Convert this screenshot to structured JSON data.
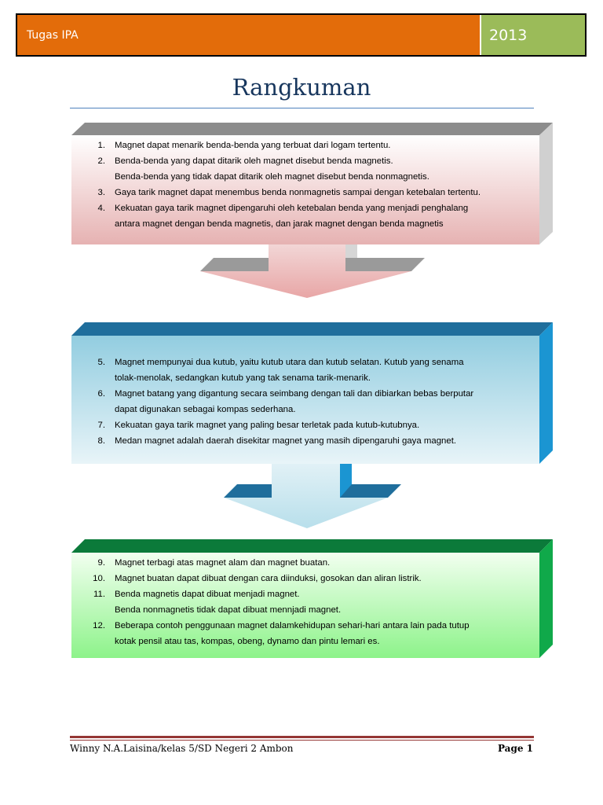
{
  "header": {
    "left_label": "Tugas IPA",
    "year": "2013"
  },
  "title": "Rangkuman",
  "box1": {
    "items": [
      {
        "num": "1.",
        "text": "Magnet dapat menarik benda-benda yang terbuat dari logam tertentu."
      },
      {
        "num": "2.",
        "text": "Benda-benda yang dapat ditarik oleh magnet disebut benda magnetis."
      },
      {
        "num": "",
        "text": "Benda-benda yang tidak dapat ditarik  oleh magnet disebut benda nonmagnetis."
      },
      {
        "num": "3.",
        "text": "Gaya tarik magnet dapat menembus benda nonmagnetis sampai dengan ketebalan tertentu."
      },
      {
        "num": "4.",
        "text": "Kekuatan gaya tarik magnet dipengaruhi oleh ketebalan benda yang menjadi penghalang"
      },
      {
        "num": "",
        "text": "antara magnet dengan benda magnetis, dan jarak magnet dengan benda magnetis"
      }
    ]
  },
  "box2": {
    "items": [
      {
        "num": "5.",
        "text": "Magnet mempunyai dua kutub, yaitu kutub utara  dan kutub selatan. Kutub yang senama"
      },
      {
        "num": "",
        "text": "tolak-menolak, sedangkan kutub yang tak senama tarik-menarik."
      },
      {
        "num": "6.",
        "text": "Magnet batang yang digantung secara seimbang dengan tali dan dibiarkan bebas berputar"
      },
      {
        "num": "",
        "text": "dapat digunakan sebagai kompas sederhana."
      },
      {
        "num": "7.",
        "text": "Kekuatan gaya tarik magnet yang paling besar terletak pada kutub-kutubnya."
      },
      {
        "num": "8.",
        "text": "Medan magnet adalah daerah disekitar magnet yang masih dipengaruhi gaya magnet."
      }
    ]
  },
  "box3": {
    "items": [
      {
        "num": "9.",
        "text": "Magnet terbagi atas magnet alam dan magnet buatan."
      },
      {
        "num": "10.",
        "text": "Magnet buatan dapat dibuat dengan cara diinduksi, gosokan dan aliran listrik."
      },
      {
        "num": "11.",
        "text": "Benda magnetis dapat dibuat menjadi magnet."
      },
      {
        "num": "",
        "text": "Benda nonmagnetis tidak dapat dibuat mennjadi magnet."
      },
      {
        "num": "12.",
        "text": "Beberapa contoh penggunaan magnet dalamkehidupan sehari-hari antara lain pada tutup"
      },
      {
        "num": "",
        "text": "kotak pensil atau tas, kompas, obeng, dynamo dan pintu lemari es."
      }
    ]
  },
  "footer": {
    "author": "Winny N.A.Laisina/kelas 5/SD Negeri 2 Ambon",
    "page": "Page 1"
  },
  "colors": {
    "header_orange": "#e36c0a",
    "header_green": "#9bbb59",
    "title_blue": "#17365d",
    "box1_top": "#8c8c8c",
    "box2_top": "#1f6e9c",
    "box3_top": "#0b7a3a"
  }
}
